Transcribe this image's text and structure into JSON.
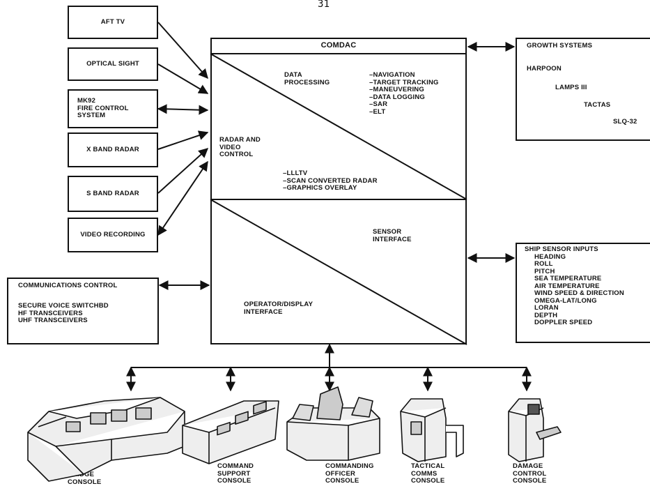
{
  "page_number": "31",
  "left_inputs": [
    {
      "label": "AFT TV"
    },
    {
      "label": "OPTICAL SIGHT"
    },
    {
      "label": "MK92\nFIRE CONTROL\nSYSTEM"
    },
    {
      "label": "X BAND RADAR"
    },
    {
      "label": "S BAND RADAR"
    },
    {
      "label": "VIDEO RECORDING"
    }
  ],
  "comdac": {
    "title": "COMDAC",
    "data_processing": {
      "label": "DATA\nPROCESSING",
      "items": [
        "NAVIGATION",
        "TARGET TRACKING",
        "MANEUVERING",
        "DATA LOGGING",
        "SAR",
        "ELT"
      ]
    },
    "radar_video": {
      "label": "RADAR AND\nVIDEO\nCONTROL",
      "items": [
        "LLLTV",
        "SCAN CONVERTED RADAR",
        "GRAPHICS OVERLAY"
      ]
    },
    "sensor_interface": "SENSOR\nINTERFACE",
    "operator_display": "OPERATOR/DISPLAY\nINTERFACE"
  },
  "growth_systems": {
    "title": "GROWTH SYSTEMS",
    "items": [
      "HARPOON",
      "LAMPS III",
      "TACTAS",
      "SLQ-32"
    ]
  },
  "ship_sensor_inputs": {
    "title": "SHIP SENSOR INPUTS",
    "items": [
      "HEADING",
      "ROLL",
      "PITCH",
      "SEA TEMPERATURE",
      "AIR TEMPERATURE",
      "WIND SPEED & DIRECTION",
      "OMEGA-LAT/LONG",
      "LORAN",
      "DEPTH",
      "DOPPLER SPEED"
    ]
  },
  "communications_control": {
    "title": "COMMUNICATIONS CONTROL",
    "items": [
      "SECURE VOICE SWITCHBD",
      "HF TRANSCEIVERS",
      "UHF TRANSCEIVERS"
    ]
  },
  "consoles": [
    {
      "label": "BRIDGE\nCONSOLE"
    },
    {
      "label": "COMMAND\nSUPPORT\nCONSOLE"
    },
    {
      "label": "COMMANDING\nOFFICER\nCONSOLE"
    },
    {
      "label": "TACTICAL\nCOMMS\nCONSOLE"
    },
    {
      "label": "DAMAGE\nCONTROL\nCONSOLE"
    }
  ]
}
